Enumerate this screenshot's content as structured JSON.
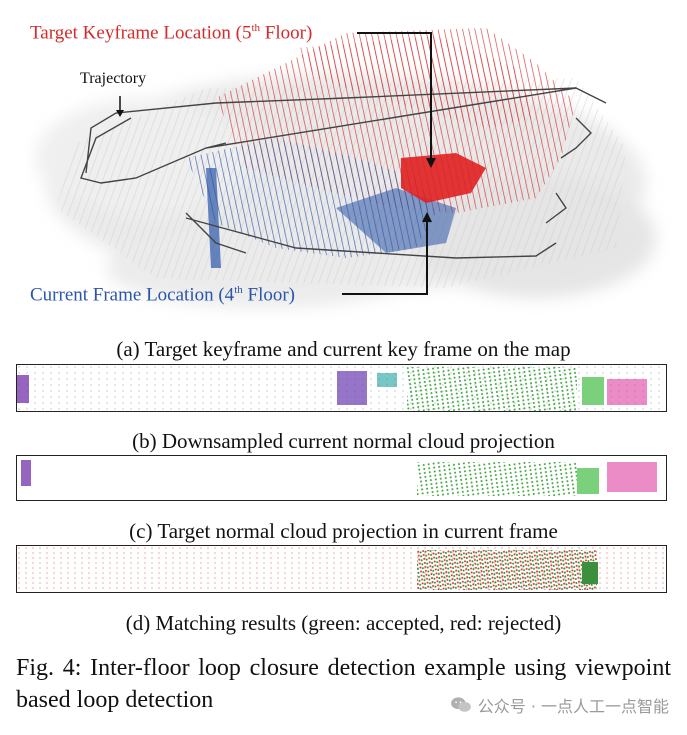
{
  "figure": {
    "annotations": {
      "target_label": "Target Keyframe Location (5th Floor)",
      "target_label_main": "Target Keyframe Location (5",
      "target_label_sup": "th",
      "target_label_end": " Floor)",
      "current_label_main": "Current Frame Location (4",
      "current_label_sup": "th",
      "current_label_end": " Floor)",
      "trajectory_label": "Trajectory"
    },
    "subcaptions": {
      "a": "(a) Target keyframe and current key frame on the map",
      "b": "(b) Downsampled current normal cloud projection",
      "c": "(c) Target normal cloud projection in current frame",
      "d": "(d) Matching results (green: accepted, red: rejected)"
    },
    "caption": "Fig. 4: Inter-floor loop closure detection example using viewpoint based loop detection",
    "colors": {
      "target": "#d62a2a",
      "current": "#2b55a8",
      "accepted": "#4caf50",
      "rejected": "#d33a2c",
      "pink": "#e040a0",
      "purple": "#7a3fb0"
    }
  },
  "watermark": {
    "text": "公众号 · 一点人工一点智能",
    "icon": "wechat-icon"
  }
}
